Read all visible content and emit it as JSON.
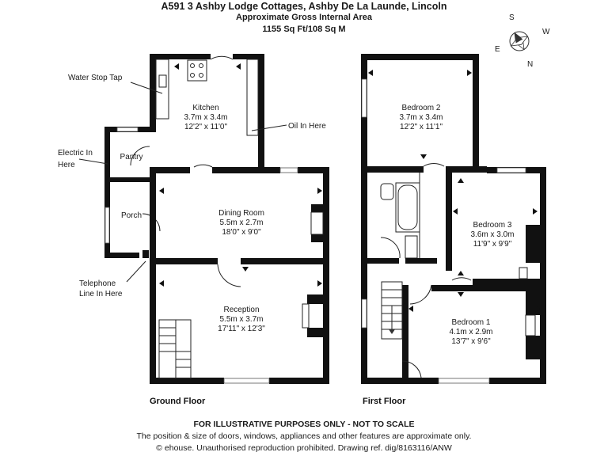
{
  "header": {
    "title": "A591 3 Ashby Lodge Cottages, Ashby De La Launde, Lincoln",
    "area_label": "Approximate Gross Internal Area",
    "area_value": "1155 Sq Ft/108 Sq M"
  },
  "compass": {
    "s": "S",
    "w": "W",
    "e": "E",
    "n": "N"
  },
  "ground_floor": {
    "label": "Ground Floor",
    "rooms": [
      {
        "name": "Kitchen",
        "metric": "3.7m x 3.4m",
        "imperial": "12'2\" x 11'0\""
      },
      {
        "name": "Pantry"
      },
      {
        "name": "Porch"
      },
      {
        "name": "Dining Room",
        "metric": "5.5m x 2.7m",
        "imperial": "18'0\" x 9'0\""
      },
      {
        "name": "Reception",
        "metric": "5.5m x 3.7m",
        "imperial": "17'11\" x 12'3\""
      }
    ],
    "annotations": {
      "water_stop_tap": "Water Stop Tap",
      "oil_in_here": "Oil In Here",
      "electric_in": "Electric In",
      "electric_here": "Here",
      "telephone": "Telephone",
      "telephone_line": "Line In Here"
    }
  },
  "first_floor": {
    "label": "First Floor",
    "rooms": [
      {
        "name": "Bedroom 2",
        "metric": "3.7m x 3.4m",
        "imperial": "12'2\" x 11'1\""
      },
      {
        "name": "Bedroom 3",
        "metric": "3.6m x 3.0m",
        "imperial": "11'9\" x 9'9\""
      },
      {
        "name": "Bedroom 1",
        "metric": "4.1m x 2.9m",
        "imperial": "13'7\" x 9'6\""
      }
    ]
  },
  "footer": {
    "disclaimer": "FOR ILLUSTRATIVE PURPOSES ONLY - NOT TO SCALE",
    "note": "The position & size of doors, windows, appliances and other features are approximate only.",
    "copyright": "© ehouse. Unauthorised reproduction prohibited. Drawing ref. dig/8163116/ANW"
  }
}
